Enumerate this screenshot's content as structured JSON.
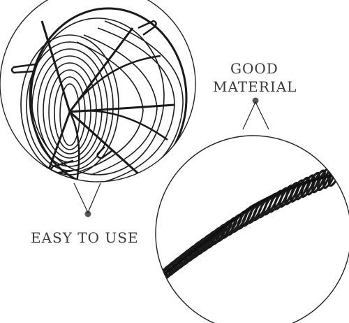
{
  "labels": {
    "good_material_line1": "GOOD",
    "good_material_line2": "MATERIAL",
    "easy_to_use": "EASY TO USE"
  },
  "colors": {
    "wire": "#1a1a1a",
    "circle_outline": "#222222",
    "text": "#3a3a3a",
    "background": "#ffffff"
  }
}
